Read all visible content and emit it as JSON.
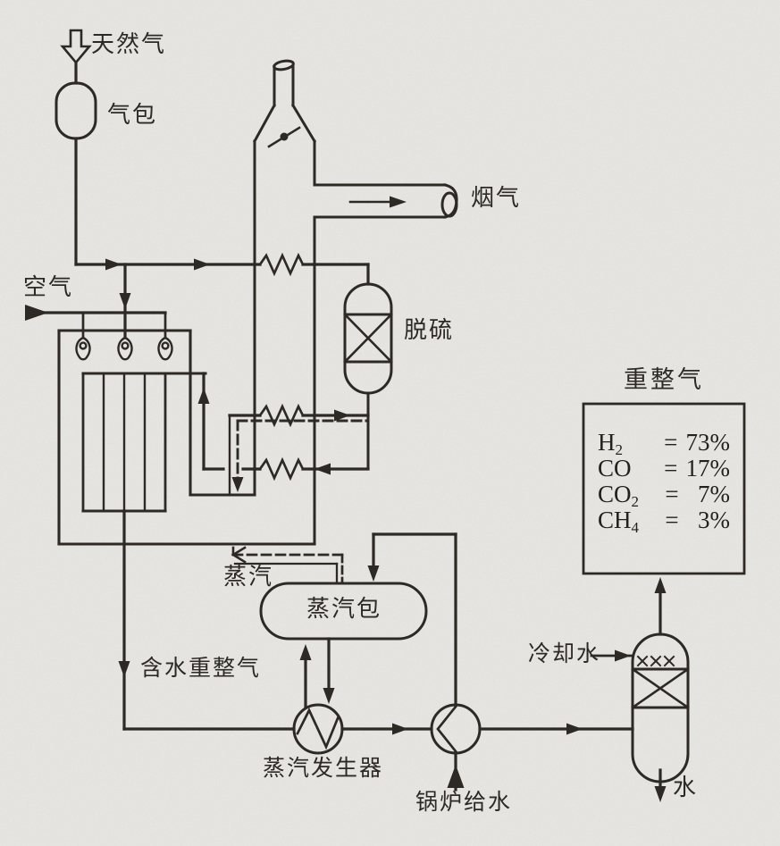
{
  "diagram": {
    "type": "process-flow-diagram",
    "subject": "natural gas steam reforming unit",
    "colors": {
      "ink": "#2d2a26",
      "paper": "#e9e7e3"
    },
    "streams": {
      "natural_gas": "天然气",
      "air": "空气",
      "flue_gas": "烟气",
      "steam": "蒸汽",
      "wet_reformed_gas": "含水重整气",
      "boiler_feed_water": "锅炉给水",
      "cooling_water": "冷却水",
      "water": "水"
    },
    "equipment": {
      "gas_drum": "气包",
      "desulfurizer": "脱硫",
      "steam_drum": "蒸汽包",
      "steam_generator": "蒸汽发生器"
    },
    "reformed_gas_box": {
      "title": "重整气",
      "rows": [
        {
          "species_main": "H",
          "species_sub": "2",
          "eq": "=",
          "value": "73%"
        },
        {
          "species_main": "CO",
          "species_sub": "",
          "eq": "=",
          "value": "17%"
        },
        {
          "species_main": "CO",
          "species_sub": "2",
          "eq": "=",
          "value": "7%"
        },
        {
          "species_main": "CH",
          "species_sub": "4",
          "eq": "=",
          "value": "3%"
        }
      ]
    }
  }
}
